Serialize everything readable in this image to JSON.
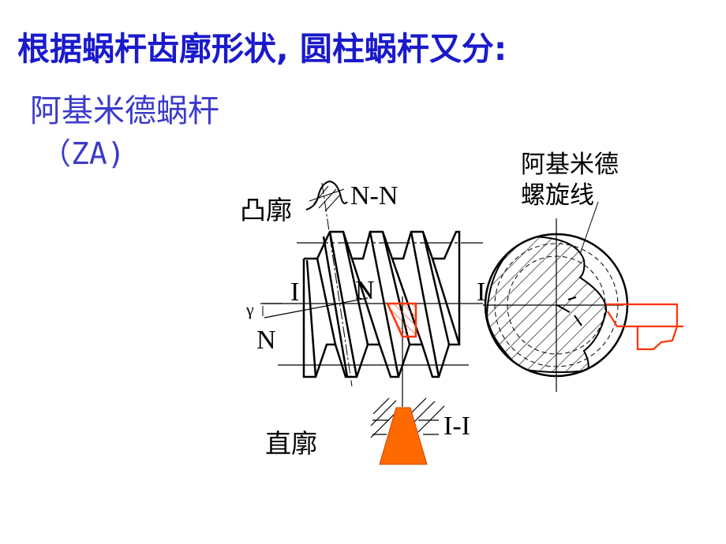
{
  "slide": {
    "title": "根据蜗杆齿廓形状, 圆柱蜗杆又分:",
    "subtitle": "阿基米德蜗杆",
    "subtitle_code": "（ZA)",
    "colors": {
      "title": "#1a1acc",
      "subtitle": "#3a3acc",
      "highlight_red": "#ff3300",
      "highlight_orange": "#ff6a00"
    }
  },
  "diagram": {
    "labels": {
      "convex_profile": "凸廓",
      "section_nn": "N-N",
      "straight_profile": "直廓",
      "section_ii": "I-I",
      "helix_line1": "阿基米德",
      "helix_line2": "螺旋线",
      "mark_i_left": "I",
      "mark_n_center": "N",
      "mark_i_right": "I",
      "gamma": "γ",
      "mark_n_left": "N"
    }
  }
}
